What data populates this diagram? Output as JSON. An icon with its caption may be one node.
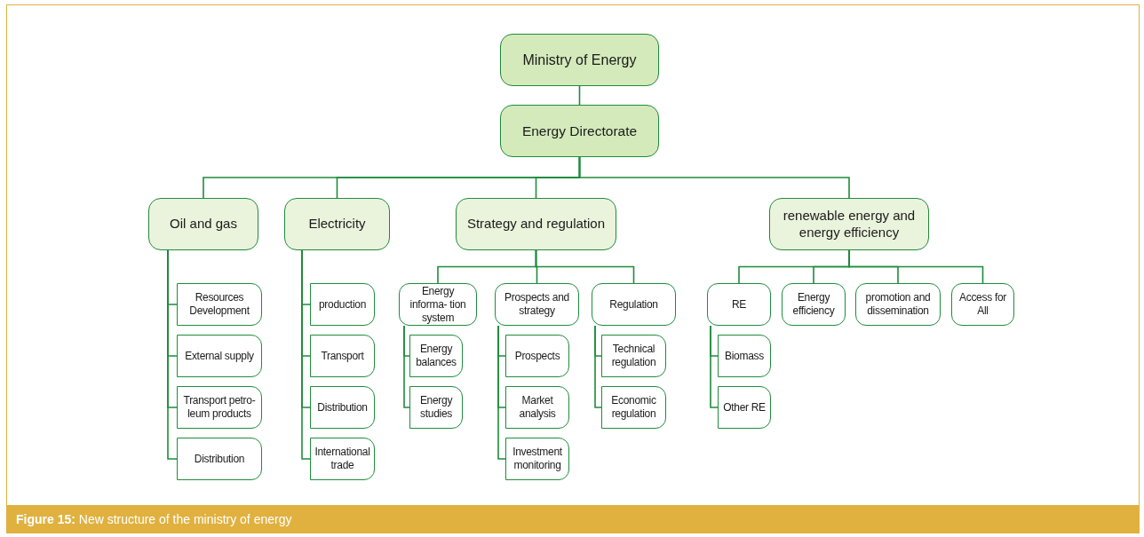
{
  "diagram": {
    "caption": "**Figure 15:** New structure of the ministry of energy",
    "nodes": [
      {
        "text": [
          "Ministry of Energy"
        ]
      },
      {
        "text": [
          "Energy Directorate"
        ]
      },
      {
        "text": [
          "Oil and gas"
        ]
      },
      {
        "text": [
          "Electricity"
        ]
      },
      {
        "text": [
          "Strategy and regulation"
        ]
      },
      {
        "text": [
          "renewable energy and energy efficiency"
        ]
      },
      {
        "text": [
          "Resources Development"
        ]
      },
      {
        "text": [
          "External supply"
        ]
      },
      {
        "text": [
          "Transport petro- leum products"
        ]
      },
      {
        "text": [
          "Distribution"
        ]
      },
      {
        "text": [
          "production"
        ]
      },
      {
        "text": [
          "Transport"
        ]
      },
      {
        "text": [
          "Distribution"
        ]
      },
      {
        "text": [
          "International trade"
        ]
      },
      {
        "text": [
          "Energy informa- tion system"
        ]
      },
      {
        "text": [
          "Energy balances"
        ]
      },
      {
        "text": [
          "Energy studies"
        ]
      },
      {
        "text": [
          "Prospects and strategy"
        ]
      },
      {
        "text": [
          "Prospects"
        ]
      },
      {
        "text": [
          "Market analysis"
        ]
      },
      {
        "text": [
          "Investment monitoring"
        ]
      },
      {
        "text": [
          "Regulation"
        ]
      },
      {
        "text": [
          "Technical regulation"
        ]
      },
      {
        "text": [
          "Economic regulation"
        ]
      },
      {
        "text": [
          "RE"
        ]
      },
      {
        "text": [
          "Biomass"
        ]
      },
      {
        "text": [
          "Other RE"
        ]
      },
      {
        "text": [
          "Energy efficiency"
        ]
      },
      {
        "text": [
          "promotion and dissemination"
        ]
      },
      {
        "text": [
          "Access for All"
        ]
      }
    ],
    "edges": [
      {
        "from": 0,
        "to": 1,
        "arrow": "none"
      },
      {
        "from": 1,
        "to": 2,
        "arrow": "none"
      },
      {
        "from": 1,
        "to": 3,
        "arrow": "none"
      },
      {
        "from": 1,
        "to": 4,
        "arrow": "none"
      },
      {
        "from": 1,
        "to": 5,
        "arrow": "none"
      },
      {
        "from": 2,
        "to": 6,
        "arrow": "none"
      },
      {
        "from": 2,
        "to": 7,
        "arrow": "none"
      },
      {
        "from": 2,
        "to": 8,
        "arrow": "none"
      },
      {
        "from": 2,
        "to": 9,
        "arrow": "none"
      },
      {
        "from": 3,
        "to": 10,
        "arrow": "none"
      },
      {
        "from": 3,
        "to": 11,
        "arrow": "none"
      },
      {
        "from": 3,
        "to": 12,
        "arrow": "none"
      },
      {
        "from": 3,
        "to": 13,
        "arrow": "none"
      },
      {
        "from": 4,
        "to": 14,
        "arrow": "none"
      },
      {
        "from": 4,
        "to": 17,
        "arrow": "none"
      },
      {
        "from": 4,
        "to": 21,
        "arrow": "none"
      },
      {
        "from": 14,
        "to": 15,
        "arrow": "none"
      },
      {
        "from": 14,
        "to": 16,
        "arrow": "none"
      },
      {
        "from": 17,
        "to": 18,
        "arrow": "none"
      },
      {
        "from": 17,
        "to": 19,
        "arrow": "none"
      },
      {
        "from": 17,
        "to": 20,
        "arrow": "none"
      },
      {
        "from": 21,
        "to": 22,
        "arrow": "none"
      },
      {
        "from": 21,
        "to": 23,
        "arrow": "none"
      },
      {
        "from": 5,
        "to": 24,
        "arrow": "none"
      },
      {
        "from": 5,
        "to": 27,
        "arrow": "none"
      },
      {
        "from": 5,
        "to": 28,
        "arrow": "none"
      },
      {
        "from": 5,
        "to": 29,
        "arrow": "none"
      },
      {
        "from": 24,
        "to": 25,
        "arrow": "none"
      },
      {
        "from": 24,
        "to": 26,
        "arrow": "none"
      }
    ]
  }
}
